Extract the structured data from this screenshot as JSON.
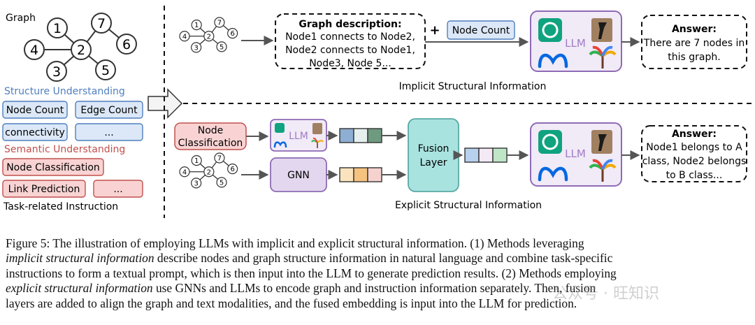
{
  "left_panel": {
    "graph_label": "Graph",
    "nodes": [
      "1",
      "7",
      "4",
      "2",
      "6",
      "3",
      "5"
    ],
    "structure_heading": "Structure Understanding",
    "structure_items": [
      "Node Count",
      "Edge Count",
      "connectivity",
      "..."
    ],
    "semantic_heading": "Semantic Understanding",
    "semantic_items": [
      "Node Classification",
      "Link Prediction",
      "..."
    ],
    "task_label": "Task-related Instruction"
  },
  "mini_graph_nodes": [
    "1",
    "7",
    "4",
    "2",
    "6",
    "3",
    "5"
  ],
  "implicit": {
    "desc_title": "Graph description:",
    "desc_lines": [
      "Node1 connects to Node2,",
      "Node2 connects to Node1,",
      "Node3, Node 5..."
    ],
    "plus": "+",
    "node_count": "Node Count",
    "llm": "LLM",
    "answer_title": "Answer:",
    "answer_lines": [
      "There are 7 nodes in",
      "this graph."
    ],
    "section_label": "Implicit Structural Information"
  },
  "explicit": {
    "node_classification_lines": [
      "Node",
      "Classification"
    ],
    "llm": "LLM",
    "gnn": "GNN",
    "fusion_lines": [
      "Fusion",
      "Layer"
    ],
    "llm_big": "LLM",
    "answer_title": "Answer:",
    "answer_lines": [
      "Node1 belongs to A",
      "class, Node2 belongs",
      "to B class..."
    ],
    "section_label": "Explicit Structural Information"
  },
  "caption": {
    "l1": "Figure 5: The illustration of employing LLMs with implicit and explicit structural information. (1) Methods leveraging",
    "l2_em": "implicit structural information",
    "l2_rest": " describe nodes and graph structure information in natural language and combine task-specific",
    "l3": "instructions to form a textual prompt, which is then input into the LLM to generate prediction results. (2) Methods employing",
    "l4_em": "explicit structural information",
    "l4_rest": " use GNNs and LLMs to encode graph and instruction information separately. Then, fusion",
    "l5": "layers are added to align the graph and text modalities, and the fused embedding is input into the LLM for prediction."
  },
  "watermark": "公众号 · 旺知识",
  "colors": {
    "blue_box": "#dce8f7",
    "blue_border": "#4f7fbf",
    "blue_text": "#4f7fbf",
    "red_box": "#f9d3d3",
    "red_border": "#c0504d",
    "red_text": "#c0504d",
    "purple_box": "#e3d7ef",
    "purple_border": "#8e6bb5",
    "teal_box": "#a9e3e0",
    "teal_border": "#5aa9a4"
  }
}
